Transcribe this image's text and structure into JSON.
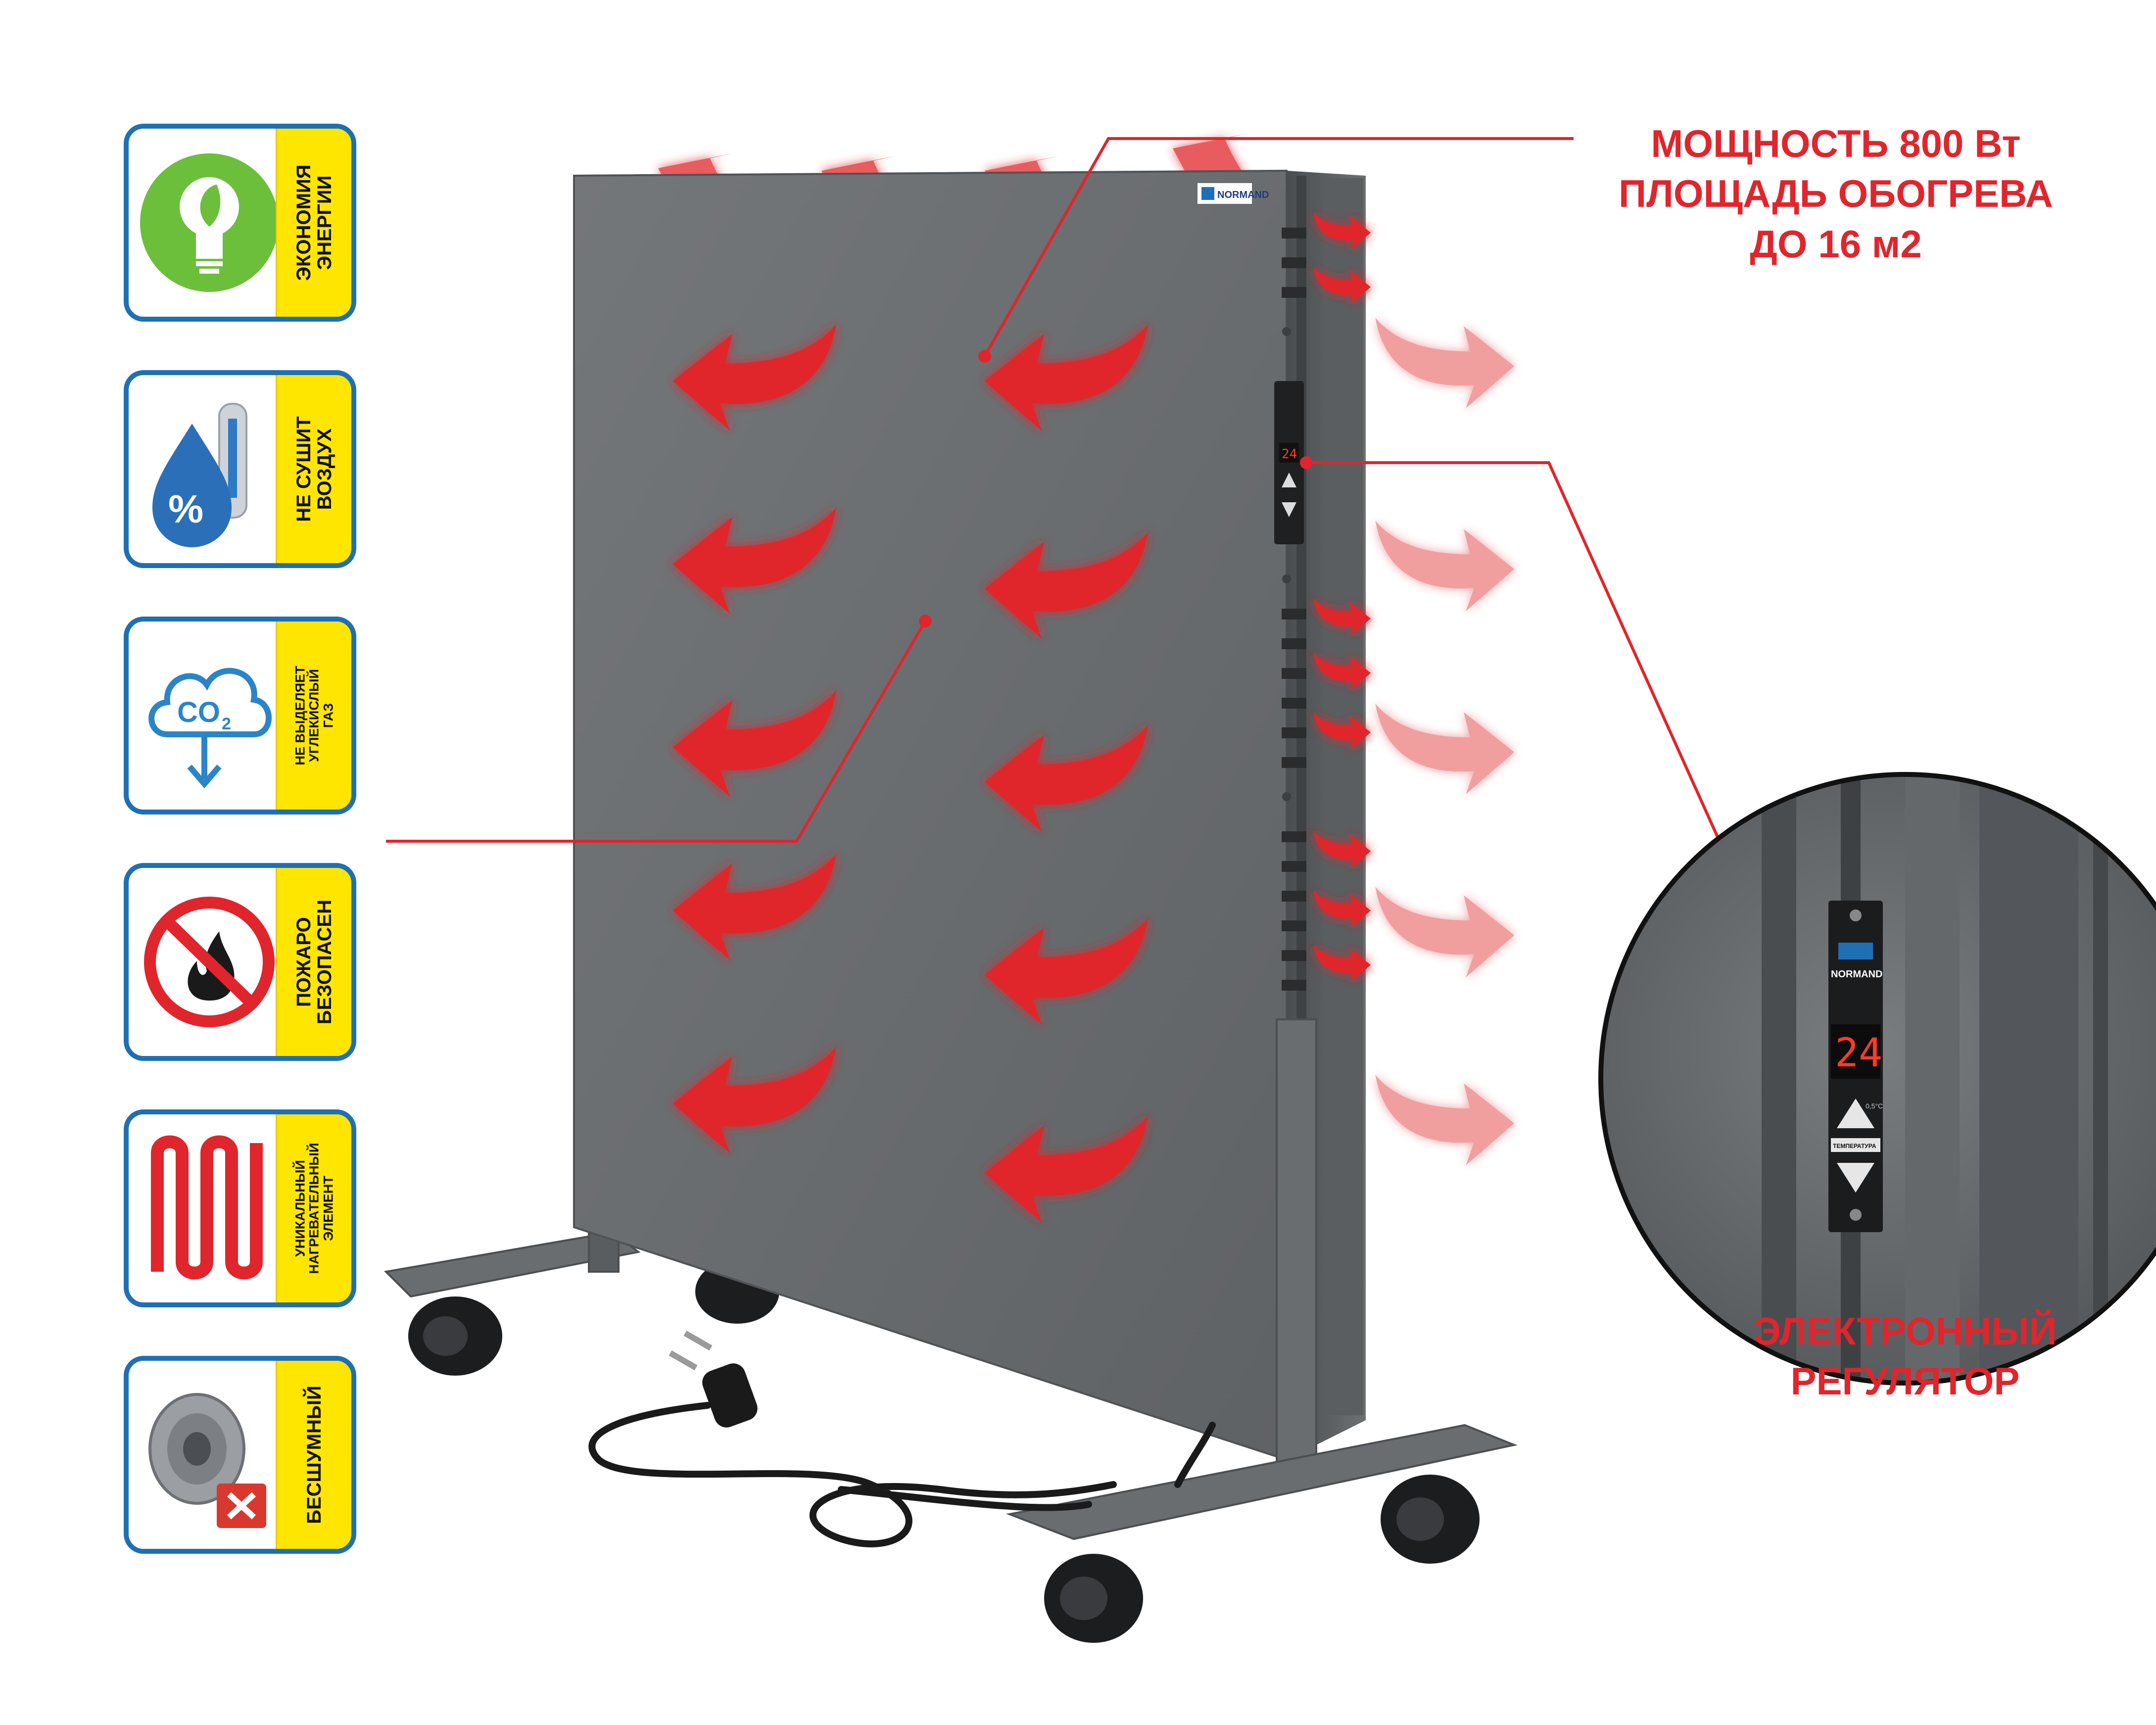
{
  "colors": {
    "accent_red": "#e0252c",
    "badge_border": "#1f6fb5",
    "badge_tag": "#ffe600",
    "panel_gray": "#6b6e71",
    "display_red": "#ff3a2a"
  },
  "brand": "NORMAND",
  "features": [
    {
      "icon": "bulb-leaf-icon",
      "lines": [
        "ЭКОНОМИЯ",
        "ЭНЕРГИИ"
      ]
    },
    {
      "icon": "humidity-thermometer-icon",
      "lines": [
        "НЕ СУШИТ",
        "ВОЗДУХ"
      ]
    },
    {
      "icon": "co2-cloud-icon",
      "lines": [
        "НЕ ВЫДЕЛЯЕТ",
        "УГЛЕКИСЛЫЙ",
        "ГАЗ"
      ]
    },
    {
      "icon": "no-fire-icon",
      "lines": [
        "ПОЖАРО",
        "БЕЗОПАСЕН"
      ]
    },
    {
      "icon": "heating-coil-icon",
      "lines": [
        "УНИКАЛЬНЫЙ",
        "НАГРЕВАТЕЛЬНЫЙ",
        "ЭЛЕМЕНТ"
      ]
    },
    {
      "icon": "speaker-mute-icon",
      "lines": [
        "БЕСШУМНЫЙ"
      ]
    }
  ],
  "power_callout": [
    "МОЩНОСТЬ 800 Вт",
    "ПЛОЩАДЬ ОБОГРЕВА",
    "ДО 16 м2"
  ],
  "regulator_callout": [
    "ЭЛЕКТРОННЫЙ",
    "РЕГУЛЯТОР"
  ],
  "display": {
    "temperature": "24",
    "step": "0,5°C",
    "label": "ТЕМПЕРАТУРА"
  }
}
